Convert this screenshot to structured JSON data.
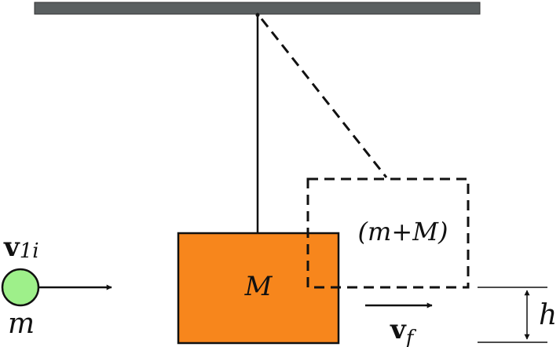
{
  "colors": {
    "ceiling": "#5a5f60",
    "block": "#f7861c",
    "ball": "#9ef08a",
    "line": "#111111"
  },
  "labels": {
    "block_mass": "M",
    "combined_mass": "(m+M)",
    "bullet_velocity_main": "v",
    "bullet_velocity_sub": "1i",
    "bullet_mass": "m",
    "final_velocity_main": "v",
    "final_velocity_sub": "f",
    "height": "h"
  }
}
